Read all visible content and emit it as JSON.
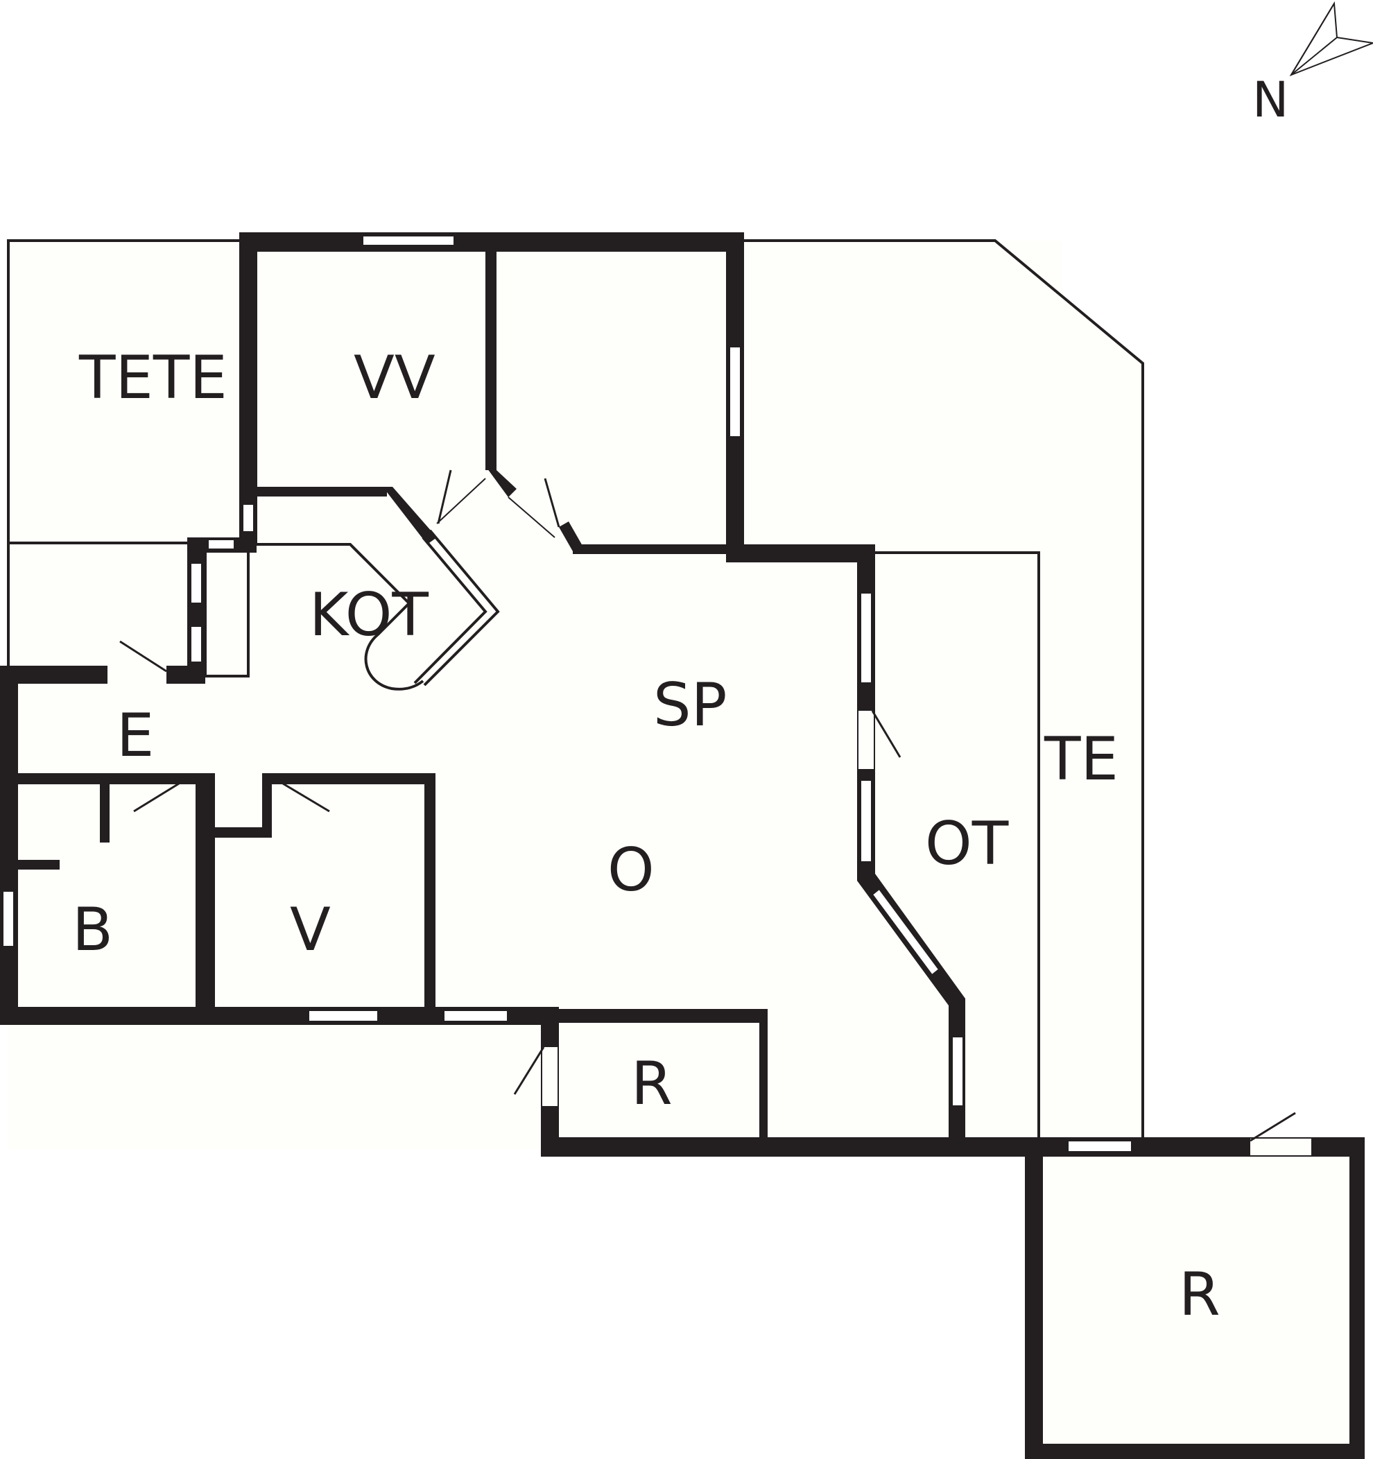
{
  "floorplan": {
    "north_label": "N",
    "rooms": [
      {
        "id": "tete",
        "label": "TETE"
      },
      {
        "id": "vv",
        "label": "VV"
      },
      {
        "id": "kot",
        "label": "KOT"
      },
      {
        "id": "sp",
        "label": "SP"
      },
      {
        "id": "e",
        "label": "E"
      },
      {
        "id": "o",
        "label": "O"
      },
      {
        "id": "ot",
        "label": "OT"
      },
      {
        "id": "te",
        "label": "TE"
      },
      {
        "id": "b",
        "label": "B"
      },
      {
        "id": "v",
        "label": "V"
      },
      {
        "id": "r1",
        "label": "R"
      },
      {
        "id": "r2",
        "label": "R"
      }
    ]
  }
}
